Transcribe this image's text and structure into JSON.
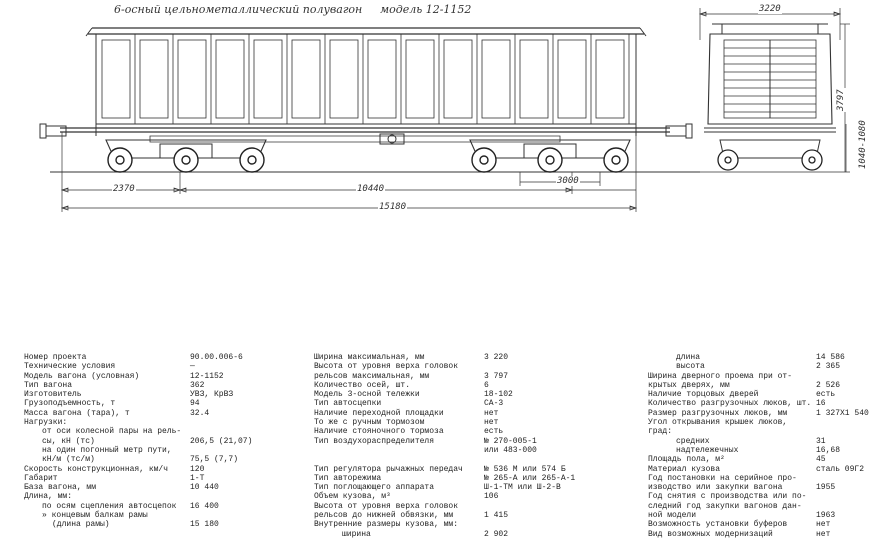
{
  "drawing": {
    "title": "6-осный цельнометаллический полувагон",
    "model": "модель 12-1152",
    "dims": {
      "overall_length": "15180",
      "base": "10440",
      "overhang": "2370",
      "bogie_base": "3000",
      "width": "3220",
      "height": "3797",
      "coupler_height": "1040-1080"
    }
  },
  "specs": {
    "col1": [
      {
        "label": "Номер проекта",
        "value": "90.00.006-6"
      },
      {
        "label": "Технические условия",
        "value": "—"
      },
      {
        "label": "Модель вагона (условная)",
        "value": "12-1152"
      },
      {
        "label": "Тип вагона",
        "value": "362"
      },
      {
        "label": "Изготовитель",
        "value": "УВЗ, КрВЗ"
      },
      {
        "label": "Грузоподъемность, т",
        "value": "94"
      },
      {
        "label": "Масса вагона (тара), т",
        "value": "32.4"
      },
      {
        "label": "Нагрузки:",
        "value": ""
      },
      {
        "label": "от оси колесной пары на рель-",
        "value": "",
        "indent": 1
      },
      {
        "label": "сы, кН (тс)",
        "value": "206,5 (21,07)",
        "indent": 1
      },
      {
        "label": "на один погонный метр пути,",
        "value": "",
        "indent": 1
      },
      {
        "label": "кН/м (тс/м)",
        "value": "75,5 (7,7)",
        "indent": 1
      },
      {
        "label": "Скорость конструкционная, км/ч",
        "value": "120"
      },
      {
        "label": "Габарит",
        "value": "1-Т"
      },
      {
        "label": "База вагона, мм",
        "value": "10 440"
      },
      {
        "label": "Длина, мм:",
        "value": ""
      },
      {
        "label": "по осям сцепления автосцепок",
        "value": "16 400",
        "indent": 1
      },
      {
        "label": "» концевым балкам рамы",
        "value": "",
        "indent": 1
      },
      {
        "label": "(длина рамы)",
        "value": "15 180",
        "indent": 2
      }
    ],
    "col2": [
      {
        "label": "Ширина максимальная, мм",
        "value": "3 220"
      },
      {
        "label": "Высота от уровня верха головок",
        "value": ""
      },
      {
        "label": "рельсов максимальная, мм",
        "value": "3 797"
      },
      {
        "label": "Количество осей, шт.",
        "value": "6"
      },
      {
        "label": "Модель 3-осной тележки",
        "value": "18-102"
      },
      {
        "label": "Тип автосцепки",
        "value": "СА-3"
      },
      {
        "label": "Наличие переходной площадки",
        "value": "нет"
      },
      {
        "label": "То же с ручным тормозом",
        "value": "нет"
      },
      {
        "label": "Наличие стояночного тормоза",
        "value": "есть"
      },
      {
        "label": "Тип воздухораспределителя",
        "value": "№ 270-005-1"
      },
      {
        "label": "",
        "value": "или 483-000"
      },
      {
        "label": "",
        "value": ""
      },
      {
        "label": "Тип регулятора рычажных передач",
        "value": "№ 536 М или 574 Б"
      },
      {
        "label": "Тип авторежима",
        "value": "№ 265-А или 265-А-1"
      },
      {
        "label": "Тип поглощающего аппарата",
        "value": "Ш-1-ТМ или Ш-2-В"
      },
      {
        "label": "Объем кузова, м³",
        "value": "106"
      },
      {
        "label": "Высота от уровня верха головок",
        "value": ""
      },
      {
        "label": "рельсов до нижней обвязки, мм",
        "value": "1 415"
      },
      {
        "label": "Внутренние размеры кузова, мм:",
        "value": ""
      },
      {
        "label": "ширина",
        "value": "2 902",
        "indent": 2
      }
    ],
    "col3": [
      {
        "label": "длина",
        "value": "14 586",
        "indent": 2
      },
      {
        "label": "высота",
        "value": "2 365",
        "indent": 2
      },
      {
        "label": "Ширина дверного проема при от-",
        "value": ""
      },
      {
        "label": "крытых дверях, мм",
        "value": "2 526"
      },
      {
        "label": "Наличие торцовых дверей",
        "value": "есть"
      },
      {
        "label": "Количество разгрузочных люков, шт.",
        "value": "16"
      },
      {
        "label": "Размер разгрузочных люков, мм",
        "value": "1 327Х1 540"
      },
      {
        "label": "Угол открывания крышек люков,",
        "value": ""
      },
      {
        "label": "град:",
        "value": ""
      },
      {
        "label": "средних",
        "value": "31",
        "indent": 2
      },
      {
        "label": "надтележечных",
        "value": "16,68",
        "indent": 2
      },
      {
        "label": "Площадь пола, м²",
        "value": "45"
      },
      {
        "label": "Материал кузова",
        "value": "сталь 09Г2"
      },
      {
        "label": "Год постановки на серийное про-",
        "value": ""
      },
      {
        "label": "изводство или закупки вагона",
        "value": "1955"
      },
      {
        "label": "Год снятия с производства или по-",
        "value": ""
      },
      {
        "label": "следний год закупки вагонов дан-",
        "value": ""
      },
      {
        "label": "ной модели",
        "value": "1963"
      },
      {
        "label": "Возможность установки буферов",
        "value": "нет"
      },
      {
        "label": "Вид возможных модернизаций",
        "value": "нет"
      }
    ]
  }
}
